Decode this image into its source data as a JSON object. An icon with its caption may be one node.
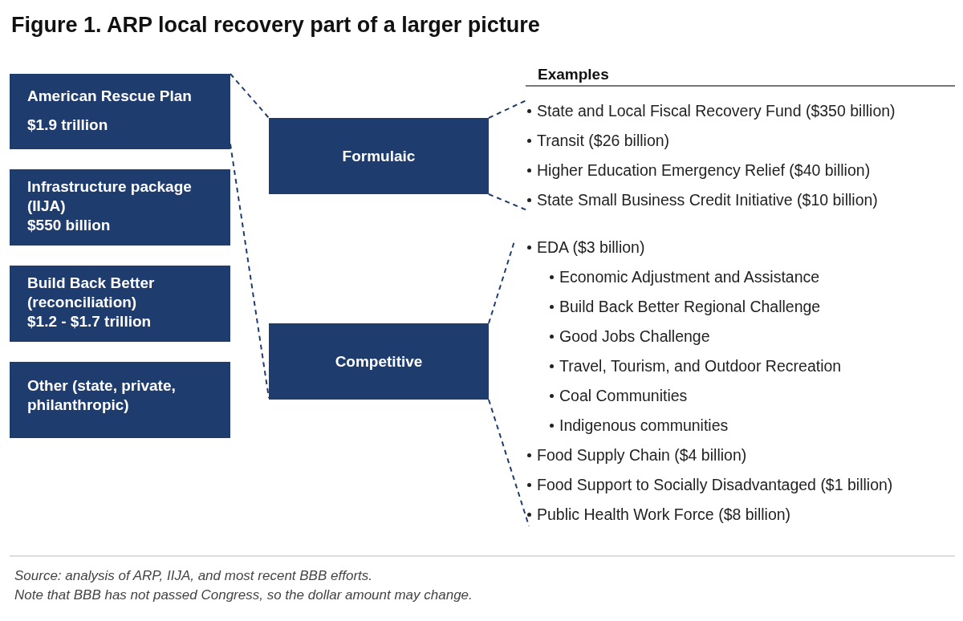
{
  "diagram": {
    "title": "Figure 1. ARP local recovery part of a larger picture",
    "caption": "Source: analysis of ARP, IIJA, and most recent BBB efforts.",
    "nodes": [
      {
        "text": [
          "American Rescue Plan",
          "$1.9 trillion"
        ]
      },
      {
        "text": [
          "Infrastructure package (IIJA)",
          "$550 billion"
        ]
      },
      {
        "text": [
          "Build Back Better (reconciliation)",
          "$1.2 - $1.7 trillion"
        ]
      },
      {
        "text": [
          "Other (state, private, philanthropic)"
        ]
      },
      {
        "text": [
          "Formulaic"
        ]
      },
      {
        "text": [
          "Competitive"
        ]
      },
      {
        "text": [
          "State and Local Fiscal Recovery Fund ($350 billion)",
          "Transit  ($26 billion)",
          "Higher Education Emergency Relief ($40 billion)",
          "State Small Business Credit Initiative ($10 billion)"
        ]
      },
      {
        "text": [
          "EDA ($3 billion)",
          "Economic Adjustment and Assistance",
          "Build Back Better Regional Challenge",
          "Good Jobs Challenge",
          "Travel, Tourism, and Outdoor Recreation",
          "Coal Communities",
          "Indigenous communities",
          "Food Supply Chain  ($4 billion)",
          "Food Support to Socially Disadvantaged ($1 billion)",
          "Public Health Work Force ($8 billion)"
        ]
      }
    ],
    "edges": [
      {
        "from": 0,
        "to": 4,
        "arrow": "none",
        "style": "dashed"
      },
      {
        "from": 0,
        "to": 5,
        "arrow": "none",
        "style": "dashed"
      },
      {
        "from": 4,
        "to": 6,
        "arrow": "none",
        "style": "dashed"
      },
      {
        "from": 4,
        "to": 6,
        "arrow": "none",
        "style": "dashed"
      },
      {
        "from": 5,
        "to": 7,
        "arrow": "none",
        "style": "dashed"
      },
      {
        "from": 5,
        "to": 7,
        "arrow": "none",
        "style": "dashed"
      }
    ],
    "labels": [
      "Examples",
      "Note that BBB has not passed Congress, so the dollar amount may change."
    ]
  }
}
